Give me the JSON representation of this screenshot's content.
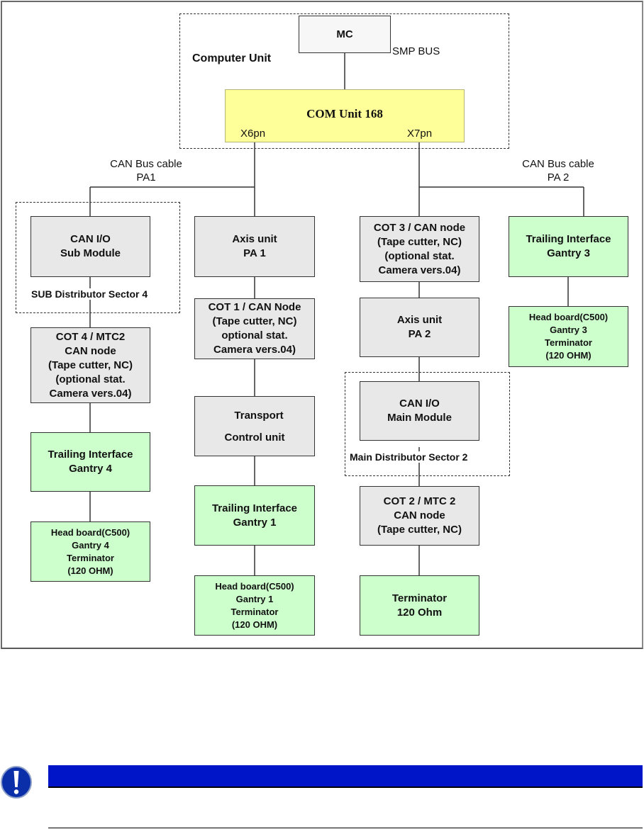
{
  "diagram": {
    "groups": {
      "computer_unit": "Computer Unit",
      "sub_distributor": "SUB Distributor Sector 4",
      "main_distributor": "Main Distributor Sector 2"
    },
    "bus_labels": {
      "smp_bus": "SMP BUS",
      "can_pa1": [
        "CAN Bus cable",
        "PA1"
      ],
      "can_pa2": [
        "CAN Bus cable",
        "PA 2"
      ],
      "port_x6": "X6pn",
      "port_x7": "X7pn"
    },
    "nodes": {
      "mc": [
        "MC"
      ],
      "com_unit": [
        "COM Unit 168"
      ],
      "can_io_sub": [
        "CAN I/O",
        "Sub Module"
      ],
      "cot4": [
        "COT 4 / MTC2",
        "CAN node",
        "(Tape cutter, NC)",
        "(optional stat.",
        "Camera vers.04)"
      ],
      "trailing_g4": [
        "Trailing Interface",
        "Gantry  4"
      ],
      "head_g4": [
        "Head board(C500)",
        "Gantry  4",
        "Terminator",
        "(120 OHM)"
      ],
      "axis_pa1": [
        "Axis unit",
        "PA 1"
      ],
      "cot1": [
        "COT 1 / CAN Node",
        "(Tape cutter, NC)",
        "optional stat.",
        "Camera vers.04)"
      ],
      "transport": [
        "Transport",
        "Control unit"
      ],
      "trailing_g1": [
        "Trailing Interface",
        "Gantry  1"
      ],
      "head_g1": [
        "Head board(C500)",
        "Gantry  1",
        "Terminator",
        "(120 OHM)"
      ],
      "cot3": [
        "COT 3 / CAN node",
        "(Tape cutter, NC)",
        "(optional stat.",
        "Camera vers.04)"
      ],
      "axis_pa2": [
        "Axis unit",
        "PA 2"
      ],
      "can_io_main": [
        "CAN I/O",
        "Main Module"
      ],
      "cot2": [
        "COT 2 / MTC 2",
        "CAN node",
        "(Tape cutter, NC)"
      ],
      "terminator": [
        "Terminator",
        "120 Ohm"
      ],
      "trailing_g3": [
        "Trailing Interface",
        "Gantry 3"
      ],
      "head_g3": [
        "Head board(C500)",
        "Gantry  3",
        "Terminator",
        "(120 OHM)"
      ]
    }
  },
  "notice": {
    "icon": "exclamation-icon",
    "bar_color": "#0014c8",
    "text": ""
  }
}
